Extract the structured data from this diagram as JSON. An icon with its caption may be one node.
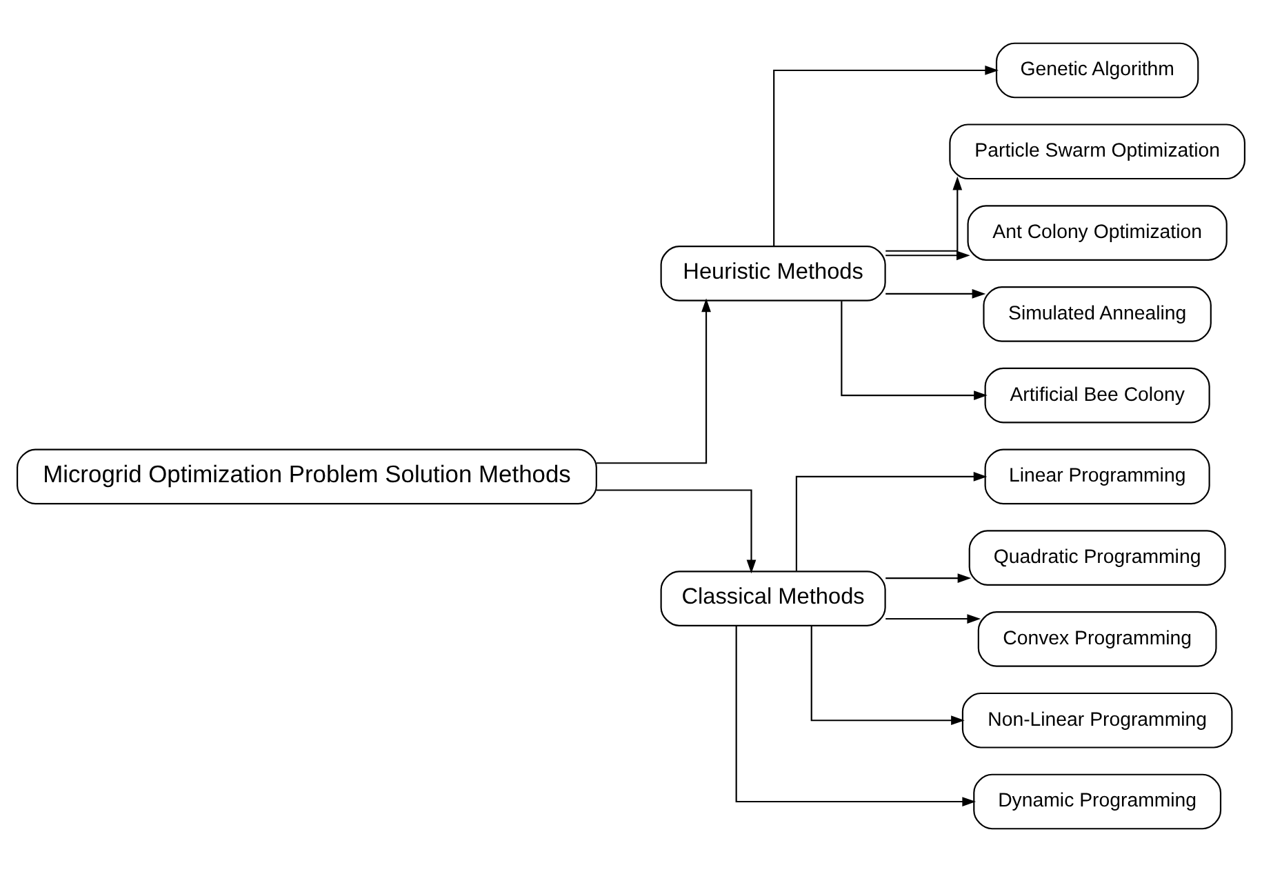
{
  "diagram": {
    "nodes": [
      {
        "text": [
          "Microgrid Optimization Problem Solution Methods"
        ]
      },
      {
        "text": [
          "Heuristic Methods"
        ]
      },
      {
        "text": [
          "Classical Methods"
        ]
      },
      {
        "text": [
          "Genetic Algorithm"
        ]
      },
      {
        "text": [
          "Particle Swarm Optimization"
        ]
      },
      {
        "text": [
          "Ant Colony Optimization"
        ]
      },
      {
        "text": [
          "Simulated Annealing"
        ]
      },
      {
        "text": [
          "Artificial Bee Colony"
        ]
      },
      {
        "text": [
          "Linear Programming"
        ]
      },
      {
        "text": [
          "Quadratic Programming"
        ]
      },
      {
        "text": [
          "Convex Programming"
        ]
      },
      {
        "text": [
          "Non-Linear Programming"
        ]
      },
      {
        "text": [
          "Dynamic Programming"
        ]
      }
    ],
    "edges": [
      {
        "from": 0,
        "to": 1,
        "arrow": "to"
      },
      {
        "from": 0,
        "to": 2,
        "arrow": "to"
      },
      {
        "from": 1,
        "to": 3,
        "arrow": "to"
      },
      {
        "from": 1,
        "to": 4,
        "arrow": "to"
      },
      {
        "from": 1,
        "to": 5,
        "arrow": "to"
      },
      {
        "from": 1,
        "to": 6,
        "arrow": "to"
      },
      {
        "from": 1,
        "to": 7,
        "arrow": "to"
      },
      {
        "from": 2,
        "to": 8,
        "arrow": "to"
      },
      {
        "from": 2,
        "to": 9,
        "arrow": "to"
      },
      {
        "from": 2,
        "to": 10,
        "arrow": "to"
      },
      {
        "from": 2,
        "to": 11,
        "arrow": "to"
      },
      {
        "from": 2,
        "to": 12,
        "arrow": "to"
      }
    ]
  }
}
